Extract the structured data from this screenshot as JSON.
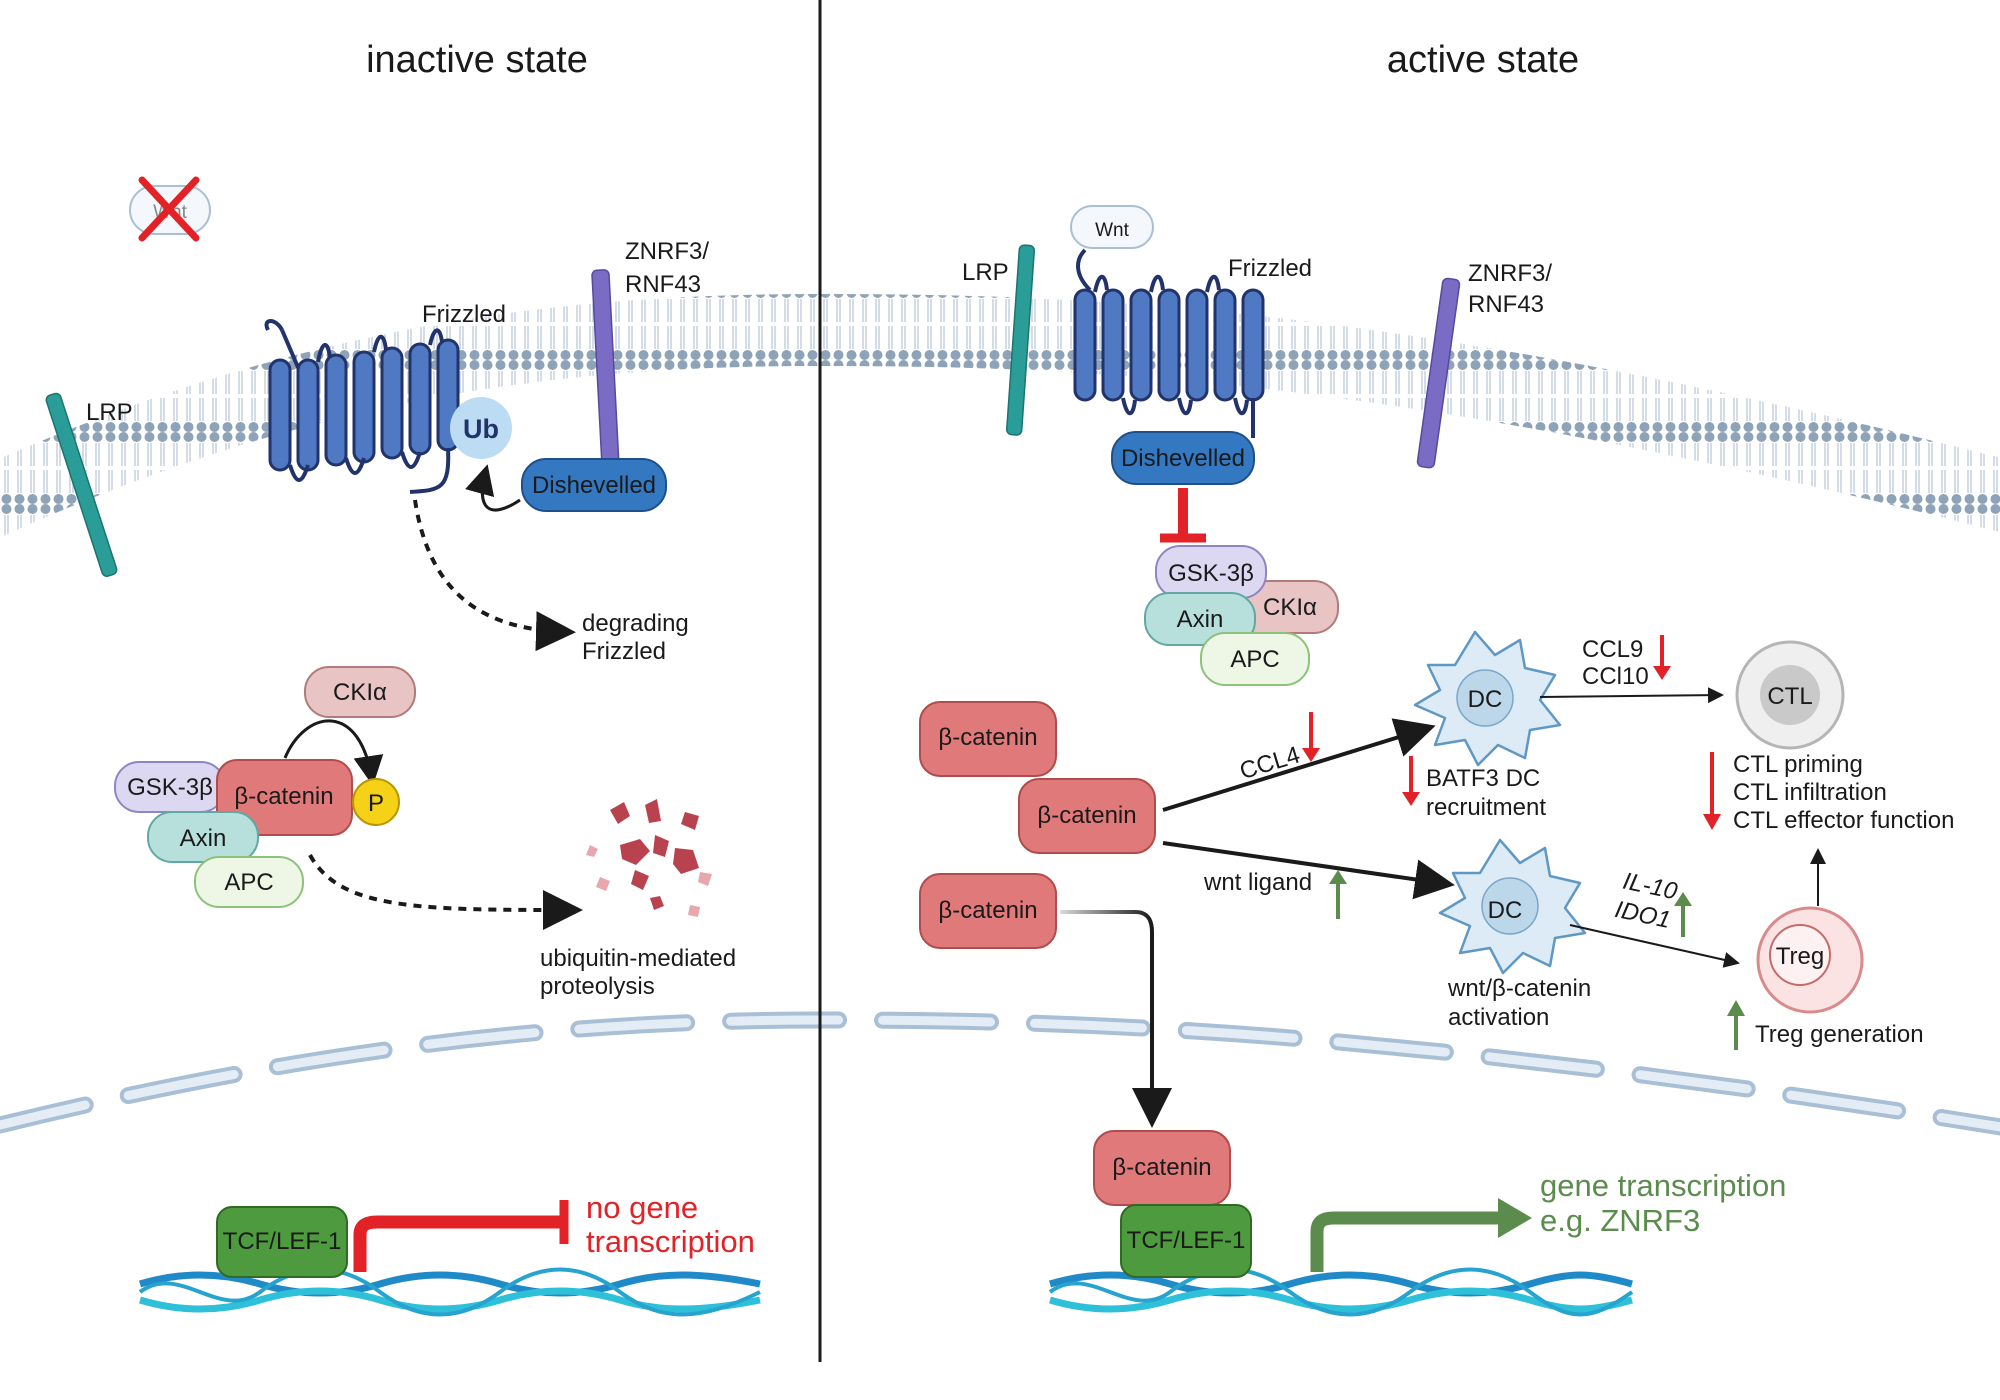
{
  "colors": {
    "membrane": "#8fa3b8",
    "dishevelled": "#3578c2",
    "beta_catenin": "#e07a7a",
    "ckia": "#e8c4c4",
    "gsk3b": "#dcd8f2",
    "axin": "#b7e0dc",
    "apc": "#eef6e6",
    "tcf": "#4e9a3e",
    "lrp": "#2a9d98",
    "znrf3": "#7a6cc4",
    "frizzled": "#5079c4",
    "inhibit_red": "#e32227",
    "activate_green": "#5b8c4e"
  },
  "inactive": {
    "title": "inactive state",
    "wnt": "Wnt",
    "lrp": "LRP",
    "frizzled": "Frizzled",
    "znrf3": [
      "ZNRF3/",
      "RNF43"
    ],
    "ub": "Ub",
    "dishevelled": "Dishevelled",
    "degrading": [
      "degrading",
      "Frizzled"
    ],
    "ckia": "CKIα",
    "gsk3b": "GSK-3β",
    "beta_catenin": "β-catenin",
    "p": "P",
    "axin": "Axin",
    "apc": "APC",
    "proteolysis": [
      "ubiquitin-mediated",
      "proteolysis"
    ],
    "tcf": "TCF/LEF-1",
    "no_transcription": [
      "no gene",
      "transcription"
    ]
  },
  "active": {
    "title": "active state",
    "wnt": "Wnt",
    "lrp": "LRP",
    "frizzled": "Frizzled",
    "znrf3": [
      "ZNRF3/",
      "RNF43"
    ],
    "dishevelled": "Dishevelled",
    "gsk3b": "GSK-3β",
    "ckia": "CKIα",
    "axin": "Axin",
    "apc": "APC",
    "beta_catenin": "β-catenin",
    "ccl4": "CCL4",
    "wnt_ligand": "wnt ligand",
    "dc": "DC",
    "batf3": [
      "BATF3 DC",
      "recruitment"
    ],
    "ccl9": [
      "CCL9",
      "CCl10"
    ],
    "ctl": "CTL",
    "ctl_effects": [
      "CTL priming",
      "CTL infiltration",
      "CTL effector function"
    ],
    "il10": [
      "IL-10",
      "IDO1"
    ],
    "treg": "Treg",
    "treg_gen": "Treg generation",
    "wnt_activation": [
      "wnt/β-catenin",
      "activation"
    ],
    "tcf": "TCF/LEF-1",
    "transcription": [
      "gene transcription",
      "e.g. ZNRF3"
    ]
  }
}
